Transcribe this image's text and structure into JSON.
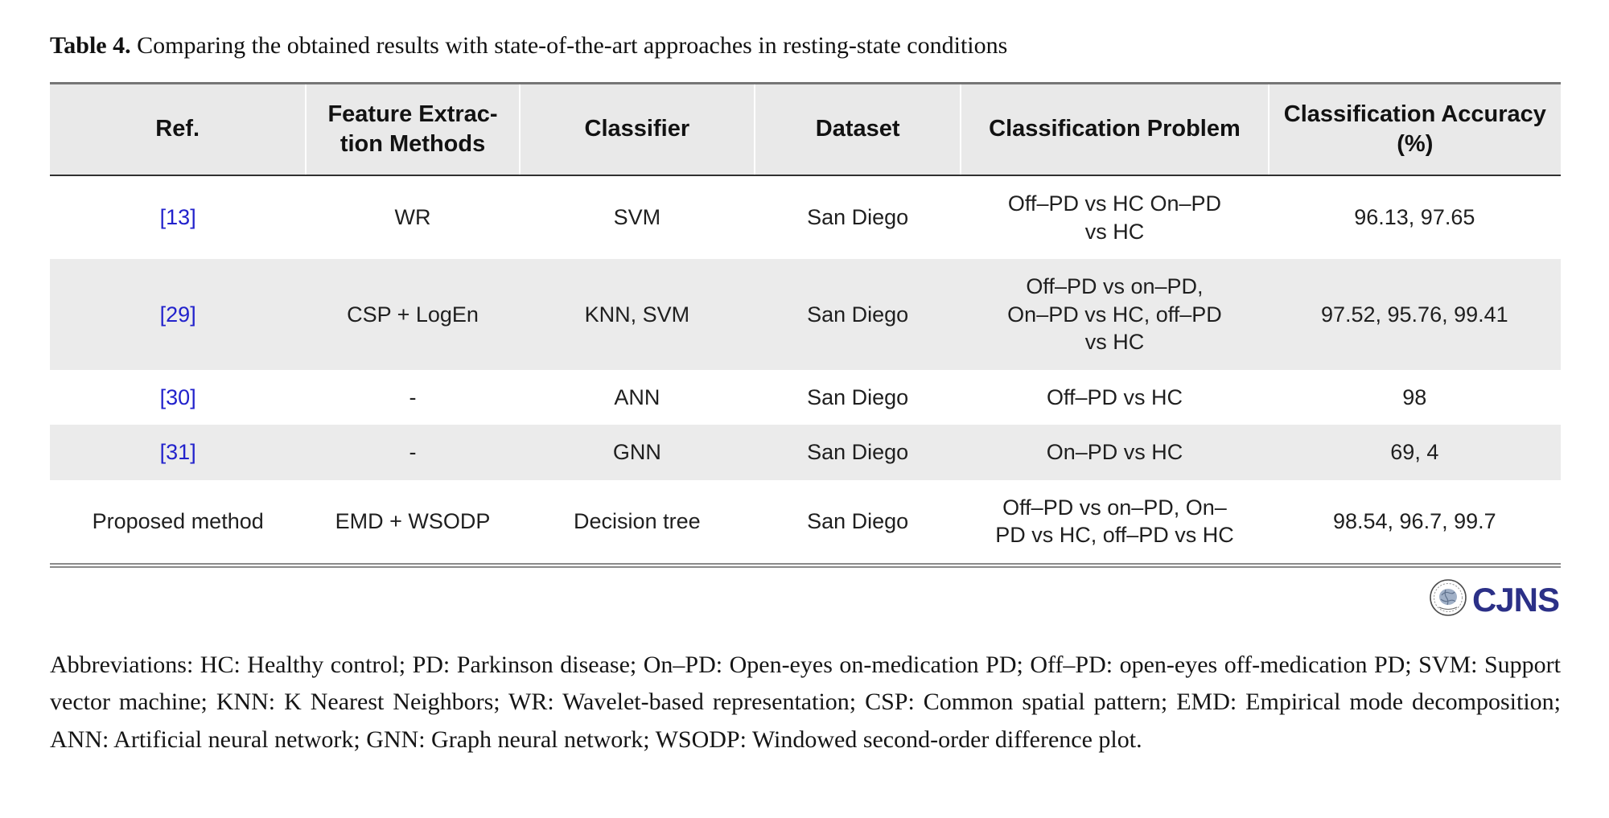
{
  "caption": {
    "label": "Table 4.",
    "text": " Comparing the obtained results with state-of-the-art approaches in resting-state conditions"
  },
  "table": {
    "headers": [
      {
        "key": "ref",
        "label": "Ref."
      },
      {
        "key": "feature-extraction",
        "label": "Feature Extrac-\ntion Methods"
      },
      {
        "key": "classifier",
        "label": "Classifier"
      },
      {
        "key": "dataset",
        "label": "Dataset"
      },
      {
        "key": "problem",
        "label": "Classification Problem"
      },
      {
        "key": "accuracy",
        "label": "Classification Accuracy\n(%)"
      }
    ],
    "rows": [
      {
        "ref": "[13]",
        "ref_is_link": true,
        "feature": "WR",
        "classifier": "SVM",
        "dataset": "San Diego",
        "problem": "Off–PD vs HC On–PD\nvs HC",
        "accuracy": "96.13, 97.65",
        "shaded": false
      },
      {
        "ref": "[29]",
        "ref_is_link": true,
        "feature": "CSP + LogEn",
        "classifier": "KNN, SVM",
        "dataset": "San Diego",
        "problem": "Off–PD vs on–PD,\nOn–PD vs HC, off–PD\nvs HC",
        "accuracy": "97.52, 95.76, 99.41",
        "shaded": true
      },
      {
        "ref": "[30]",
        "ref_is_link": true,
        "feature": "-",
        "classifier": "ANN",
        "dataset": "San Diego",
        "problem": "Off–PD vs HC",
        "accuracy": "98",
        "shaded": false
      },
      {
        "ref": "[31]",
        "ref_is_link": true,
        "feature": "-",
        "classifier": "GNN",
        "dataset": "San Diego",
        "problem": "On–PD vs HC",
        "accuracy": "69, 4",
        "shaded": true
      },
      {
        "ref": "Proposed method",
        "ref_is_link": false,
        "feature": "EMD + WSODP",
        "classifier": "Decision tree",
        "dataset": "San Diego",
        "problem": "Off–PD vs on–PD, On–\nPD vs HC, off–PD vs HC",
        "accuracy": "98.54, 96.7, 99.7",
        "shaded": false
      }
    ]
  },
  "logo": {
    "text": "CJNS",
    "seal_icon": "journal-seal-icon"
  },
  "abbreviations": "Abbreviations: HC: Healthy control; PD: Parkinson disease; On–PD: Open-eyes on-medication PD; Off–PD: open-eyes off-medication PD; SVM: Support vector machine; KNN: K Nearest Neighbors; WR: Wavelet-based representation; CSP: Common spatial pattern; EMD: Empirical mode decomposition; ANN: Artificial neural network; GNN: Graph neural network; WSODP: Windowed second-order difference plot.",
  "colors": {
    "link_blue": "#2222cc",
    "logo_navy": "#2b3087",
    "header_bg": "#e9e9e9",
    "shade_bg": "#ebebeb"
  }
}
